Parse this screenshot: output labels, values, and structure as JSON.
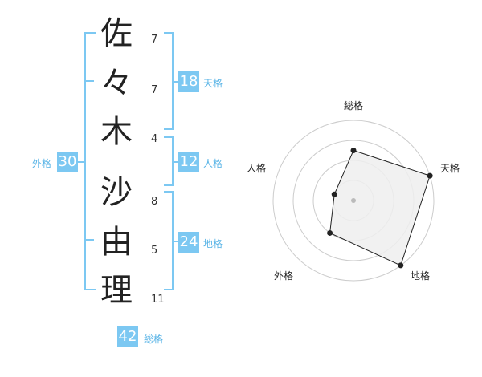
{
  "name_chars": [
    {
      "char": "佐",
      "strokes": "7"
    },
    {
      "char": "々",
      "strokes": "7"
    },
    {
      "char": "木",
      "strokes": "4"
    },
    {
      "char": "沙",
      "strokes": "8"
    },
    {
      "char": "由",
      "strokes": "5"
    },
    {
      "char": "理",
      "strokes": "11"
    }
  ],
  "fortunes": {
    "tenkaku": {
      "label": "天格",
      "value": "18"
    },
    "jinkaku": {
      "label": "人格",
      "value": "12"
    },
    "chikaku": {
      "label": "地格",
      "value": "24"
    },
    "gaikaku": {
      "label": "外格",
      "value": "30"
    },
    "soukaku": {
      "label": "総格",
      "value": "42"
    }
  },
  "radar": {
    "axes": [
      "総格",
      "天格",
      "地格",
      "外格",
      "人格"
    ],
    "levels": 4,
    "values": [
      2.5,
      4,
      4,
      2,
      1
    ],
    "fill_color": "#efefef",
    "line_color": "#222222",
    "ring_color": "#cccccc"
  },
  "colors": {
    "accent": "#7cc8f2"
  }
}
